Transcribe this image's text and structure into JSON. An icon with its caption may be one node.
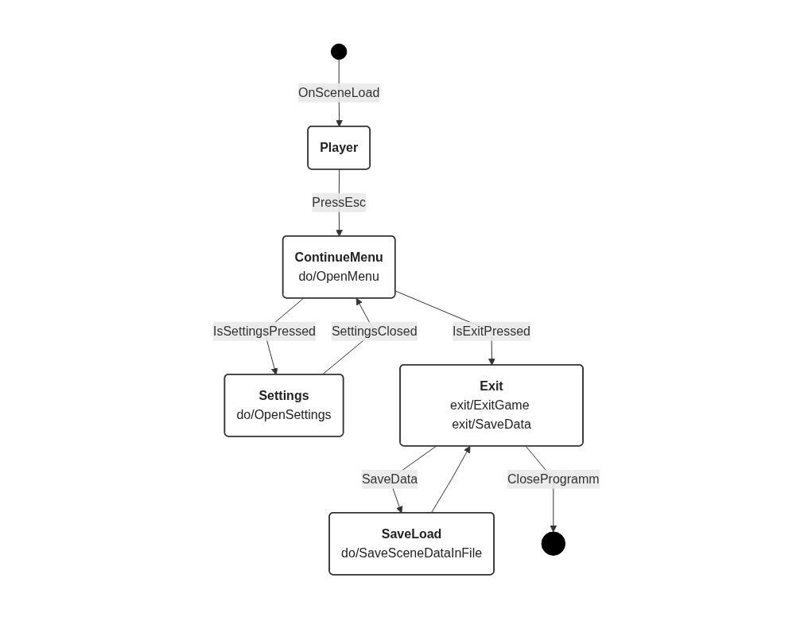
{
  "diagram": {
    "nodes": [
      {
        "text": [],
        "shape": "circle"
      },
      {
        "text": [
          "Player"
        ]
      },
      {
        "text": [
          "ContinueMenu",
          "do/OpenMenu"
        ]
      },
      {
        "text": [
          "Settings",
          "do/OpenSettings"
        ]
      },
      {
        "text": [
          "Exit",
          "exit/ExitGame exit/SaveData"
        ]
      },
      {
        "text": [
          "SaveLoad",
          "do/SaveSceneDataInFile"
        ]
      },
      {
        "text": [],
        "shape": "circle"
      }
    ],
    "edges": [
      {
        "from": 0,
        "to": 1,
        "arrow": "to",
        "label": "OnSceneLoad"
      },
      {
        "from": 1,
        "to": 2,
        "arrow": "to",
        "label": "PressEsc"
      },
      {
        "from": 3,
        "to": 2,
        "arrow": "to",
        "label": "SettingsClosed"
      },
      {
        "from": 2,
        "to": 3,
        "arrow": "to",
        "label": "IsSettingsPressed"
      },
      {
        "from": 2,
        "to": 4,
        "arrow": "to",
        "label": "IsExitPressed"
      },
      {
        "from": 4,
        "to": 5,
        "arrow": "to",
        "label": "SaveData"
      },
      {
        "from": 5,
        "to": 4,
        "arrow": "to"
      },
      {
        "from": 4,
        "to": 6,
        "arrow": "to",
        "label": "CloseProgramm"
      }
    ]
  }
}
